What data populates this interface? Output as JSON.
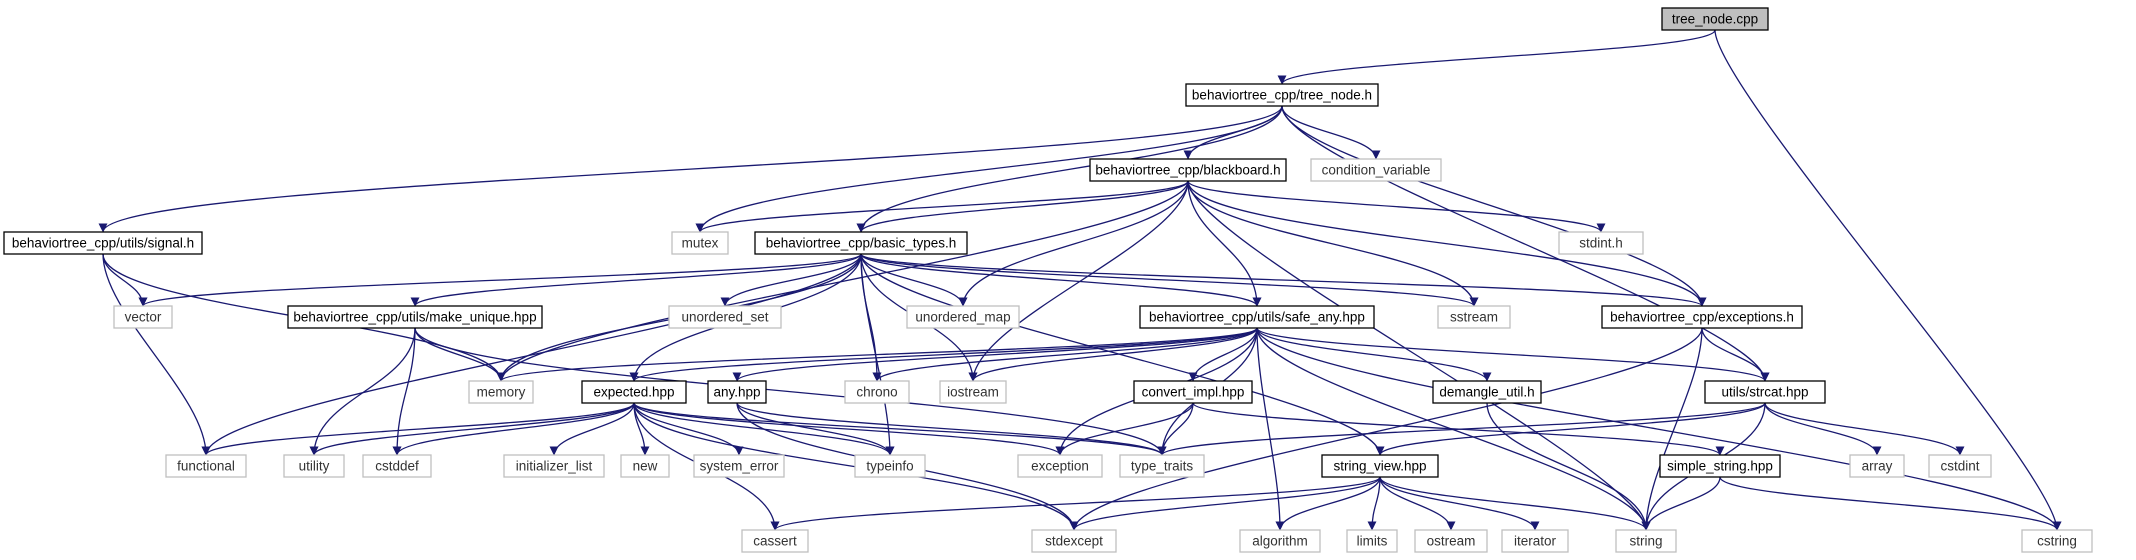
{
  "colors": {
    "edge": "#191970",
    "root_fill": "#bfbfbf",
    "doc_border": "#000000",
    "ext_border": "#bfbfbf"
  },
  "diagram": {
    "title": "",
    "nodes": [
      {
        "id": "tree_node_cpp",
        "label": "tree_node.cpp",
        "kind": "root"
      },
      {
        "id": "tree_node_h",
        "label": "behaviortree_cpp/tree_node.h",
        "kind": "doc"
      },
      {
        "id": "blackboard_h",
        "label": "behaviortree_cpp/blackboard.h",
        "kind": "doc"
      },
      {
        "id": "condition_variable",
        "label": "condition_variable",
        "kind": "ext"
      },
      {
        "id": "signal_h",
        "label": "behaviortree_cpp/utils/signal.h",
        "kind": "doc"
      },
      {
        "id": "mutex",
        "label": "mutex",
        "kind": "ext"
      },
      {
        "id": "basic_types_h",
        "label": "behaviortree_cpp/basic_types.h",
        "kind": "doc"
      },
      {
        "id": "stdint_h",
        "label": "stdint.h",
        "kind": "ext"
      },
      {
        "id": "vector",
        "label": "vector",
        "kind": "ext"
      },
      {
        "id": "make_unique_hpp",
        "label": "behaviortree_cpp/utils/make_unique.hpp",
        "kind": "doc"
      },
      {
        "id": "unordered_set",
        "label": "unordered_set",
        "kind": "ext"
      },
      {
        "id": "unordered_map",
        "label": "unordered_map",
        "kind": "ext"
      },
      {
        "id": "safe_any_hpp",
        "label": "behaviortree_cpp/utils/safe_any.hpp",
        "kind": "doc"
      },
      {
        "id": "sstream",
        "label": "sstream",
        "kind": "ext"
      },
      {
        "id": "exceptions_h",
        "label": "behaviortree_cpp/exceptions.h",
        "kind": "doc"
      },
      {
        "id": "memory",
        "label": "memory",
        "kind": "ext"
      },
      {
        "id": "expected_hpp",
        "label": "expected.hpp",
        "kind": "doc"
      },
      {
        "id": "any_hpp",
        "label": "any.hpp",
        "kind": "doc"
      },
      {
        "id": "chrono",
        "label": "chrono",
        "kind": "ext"
      },
      {
        "id": "iostream",
        "label": "iostream",
        "kind": "ext"
      },
      {
        "id": "convert_impl_hpp",
        "label": "convert_impl.hpp",
        "kind": "doc"
      },
      {
        "id": "demangle_util_h",
        "label": "demangle_util.h",
        "kind": "doc"
      },
      {
        "id": "strcat_hpp",
        "label": "utils/strcat.hpp",
        "kind": "doc"
      },
      {
        "id": "functional",
        "label": "functional",
        "kind": "ext"
      },
      {
        "id": "utility",
        "label": "utility",
        "kind": "ext"
      },
      {
        "id": "cstddef",
        "label": "cstddef",
        "kind": "ext"
      },
      {
        "id": "initializer_list",
        "label": "initializer_list",
        "kind": "ext"
      },
      {
        "id": "new",
        "label": "new",
        "kind": "ext"
      },
      {
        "id": "system_error",
        "label": "system_error",
        "kind": "ext"
      },
      {
        "id": "typeinfo",
        "label": "typeinfo",
        "kind": "ext"
      },
      {
        "id": "exception",
        "label": "exception",
        "kind": "ext"
      },
      {
        "id": "type_traits",
        "label": "type_traits",
        "kind": "ext"
      },
      {
        "id": "string_view_hpp",
        "label": "string_view.hpp",
        "kind": "doc"
      },
      {
        "id": "simple_string_hpp",
        "label": "simple_string.hpp",
        "kind": "doc"
      },
      {
        "id": "array",
        "label": "array",
        "kind": "ext"
      },
      {
        "id": "cstdint",
        "label": "cstdint",
        "kind": "ext"
      },
      {
        "id": "cassert",
        "label": "cassert",
        "kind": "ext"
      },
      {
        "id": "stdexcept",
        "label": "stdexcept",
        "kind": "ext"
      },
      {
        "id": "algorithm",
        "label": "algorithm",
        "kind": "ext"
      },
      {
        "id": "limits",
        "label": "limits",
        "kind": "ext"
      },
      {
        "id": "ostream",
        "label": "ostream",
        "kind": "ext"
      },
      {
        "id": "iterator",
        "label": "iterator",
        "kind": "ext"
      },
      {
        "id": "string",
        "label": "string",
        "kind": "ext"
      },
      {
        "id": "cstring",
        "label": "cstring",
        "kind": "ext"
      }
    ],
    "edges": [
      [
        "tree_node_cpp",
        "tree_node_h"
      ],
      [
        "tree_node_cpp",
        "cstring"
      ],
      [
        "tree_node_h",
        "blackboard_h"
      ],
      [
        "tree_node_h",
        "condition_variable"
      ],
      [
        "tree_node_h",
        "signal_h"
      ],
      [
        "tree_node_h",
        "mutex"
      ],
      [
        "tree_node_h",
        "basic_types_h"
      ],
      [
        "tree_node_h",
        "exceptions_h"
      ],
      [
        "tree_node_h",
        "strcat_hpp"
      ],
      [
        "blackboard_h",
        "mutex"
      ],
      [
        "blackboard_h",
        "basic_types_h"
      ],
      [
        "blackboard_h",
        "stdint_h"
      ],
      [
        "blackboard_h",
        "unordered_map"
      ],
      [
        "blackboard_h",
        "safe_any_hpp"
      ],
      [
        "blackboard_h",
        "sstream"
      ],
      [
        "blackboard_h",
        "exceptions_h"
      ],
      [
        "blackboard_h",
        "memory"
      ],
      [
        "blackboard_h",
        "iostream"
      ],
      [
        "blackboard_h",
        "string"
      ],
      [
        "signal_h",
        "vector"
      ],
      [
        "signal_h",
        "memory"
      ],
      [
        "signal_h",
        "functional"
      ],
      [
        "basic_types_h",
        "vector"
      ],
      [
        "basic_types_h",
        "make_unique_hpp"
      ],
      [
        "basic_types_h",
        "unordered_set"
      ],
      [
        "basic_types_h",
        "unordered_map"
      ],
      [
        "basic_types_h",
        "safe_any_hpp"
      ],
      [
        "basic_types_h",
        "sstream"
      ],
      [
        "basic_types_h",
        "exceptions_h"
      ],
      [
        "basic_types_h",
        "memory"
      ],
      [
        "basic_types_h",
        "expected_hpp"
      ],
      [
        "basic_types_h",
        "chrono"
      ],
      [
        "basic_types_h",
        "iostream"
      ],
      [
        "basic_types_h",
        "functional"
      ],
      [
        "basic_types_h",
        "typeinfo"
      ],
      [
        "basic_types_h",
        "string_view_hpp"
      ],
      [
        "make_unique_hpp",
        "memory"
      ],
      [
        "make_unique_hpp",
        "utility"
      ],
      [
        "make_unique_hpp",
        "cstddef"
      ],
      [
        "make_unique_hpp",
        "type_traits"
      ],
      [
        "safe_any_hpp",
        "memory"
      ],
      [
        "safe_any_hpp",
        "expected_hpp"
      ],
      [
        "safe_any_hpp",
        "any_hpp"
      ],
      [
        "safe_any_hpp",
        "chrono"
      ],
      [
        "safe_any_hpp",
        "iostream"
      ],
      [
        "safe_any_hpp",
        "convert_impl_hpp"
      ],
      [
        "safe_any_hpp",
        "demangle_util_h"
      ],
      [
        "safe_any_hpp",
        "strcat_hpp"
      ],
      [
        "safe_any_hpp",
        "exception"
      ],
      [
        "safe_any_hpp",
        "type_traits"
      ],
      [
        "safe_any_hpp",
        "algorithm"
      ],
      [
        "safe_any_hpp",
        "string"
      ],
      [
        "safe_any_hpp",
        "cstring"
      ],
      [
        "exceptions_h",
        "strcat_hpp"
      ],
      [
        "exceptions_h",
        "stdexcept"
      ],
      [
        "exceptions_h",
        "string"
      ],
      [
        "expected_hpp",
        "functional"
      ],
      [
        "expected_hpp",
        "utility"
      ],
      [
        "expected_hpp",
        "cstddef"
      ],
      [
        "expected_hpp",
        "initializer_list"
      ],
      [
        "expected_hpp",
        "new"
      ],
      [
        "expected_hpp",
        "system_error"
      ],
      [
        "expected_hpp",
        "typeinfo"
      ],
      [
        "expected_hpp",
        "exception"
      ],
      [
        "expected_hpp",
        "type_traits"
      ],
      [
        "expected_hpp",
        "cassert"
      ],
      [
        "expected_hpp",
        "stdexcept"
      ],
      [
        "any_hpp",
        "typeinfo"
      ],
      [
        "any_hpp",
        "type_traits"
      ],
      [
        "any_hpp",
        "stdexcept"
      ],
      [
        "convert_impl_hpp",
        "exception"
      ],
      [
        "convert_impl_hpp",
        "type_traits"
      ],
      [
        "convert_impl_hpp",
        "simple_string_hpp"
      ],
      [
        "demangle_util_h",
        "string"
      ],
      [
        "strcat_hpp",
        "string_view_hpp"
      ],
      [
        "strcat_hpp",
        "type_traits"
      ],
      [
        "strcat_hpp",
        "array"
      ],
      [
        "strcat_hpp",
        "cstdint"
      ],
      [
        "strcat_hpp",
        "string"
      ],
      [
        "string_view_hpp",
        "cassert"
      ],
      [
        "string_view_hpp",
        "stdexcept"
      ],
      [
        "string_view_hpp",
        "algorithm"
      ],
      [
        "string_view_hpp",
        "limits"
      ],
      [
        "string_view_hpp",
        "ostream"
      ],
      [
        "string_view_hpp",
        "iterator"
      ],
      [
        "string_view_hpp",
        "string"
      ],
      [
        "simple_string_hpp",
        "string"
      ],
      [
        "simple_string_hpp",
        "cstring"
      ]
    ]
  }
}
